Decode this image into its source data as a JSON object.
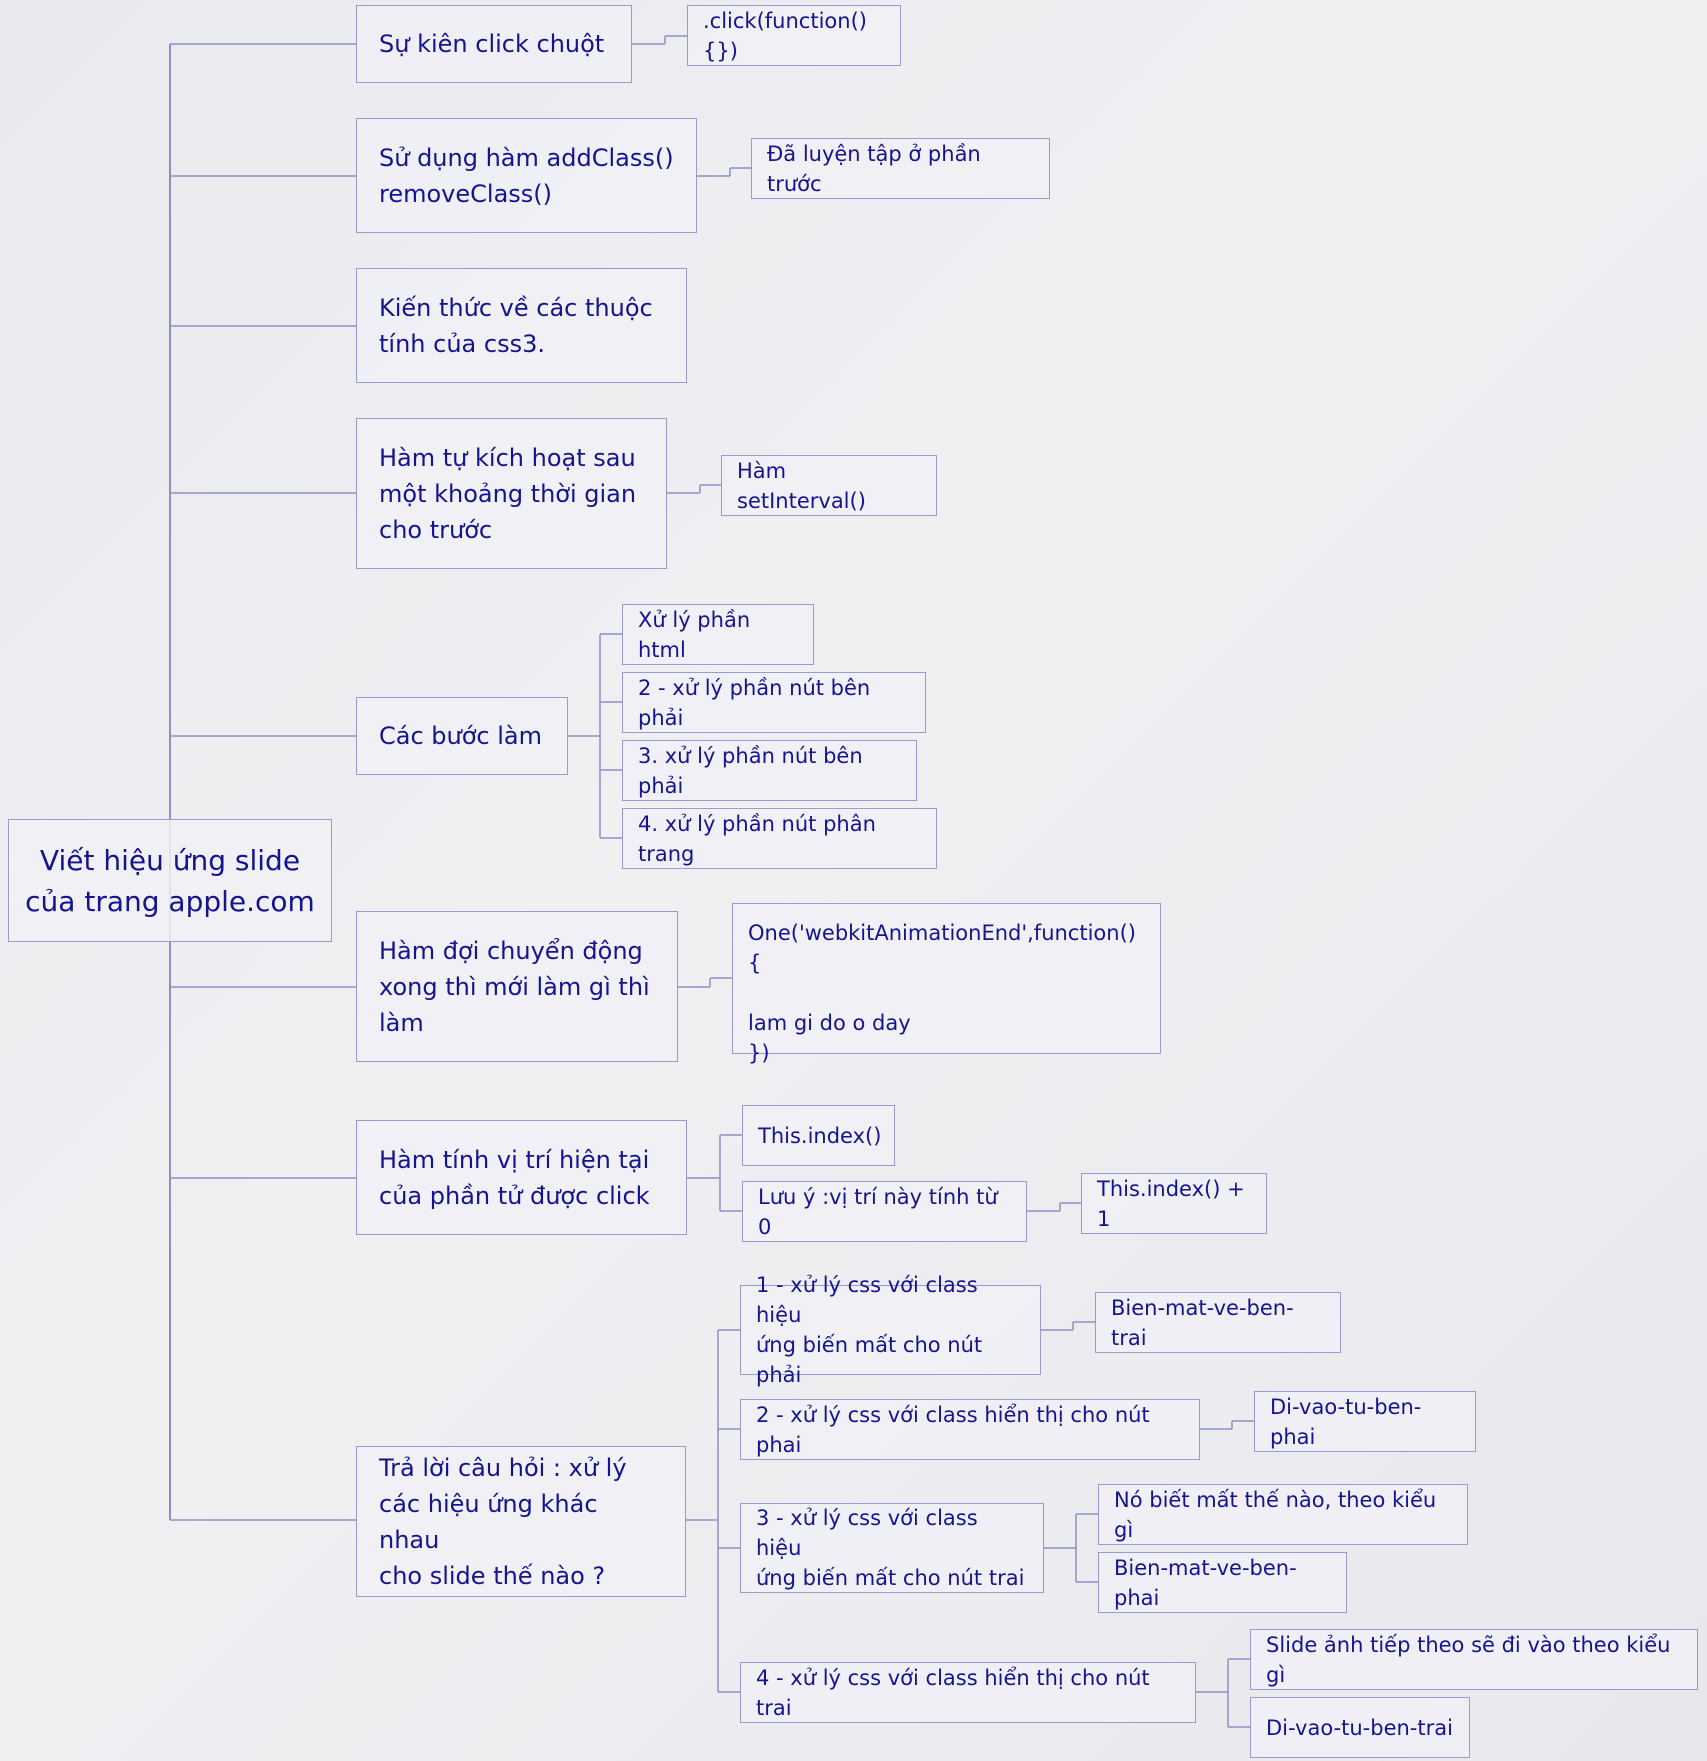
{
  "root": "Viết hiệu ứng slide\ncủa trang apple.com",
  "branches": [
    {
      "label": "Sự kiên click chuột",
      "children": [
        {
          "label": ".click(function(){})"
        }
      ]
    },
    {
      "label": "Sử dụng hàm addClass()\nremoveClass()",
      "children": [
        {
          "label": "Đã luyện tập ở phần trước"
        }
      ]
    },
    {
      "label": "Kiến thức về các thuộc\ntính của css3.",
      "children": []
    },
    {
      "label": "Hàm tự kích hoạt sau\nmột khoảng thời gian\ncho trước",
      "children": [
        {
          "label": "Hàm setInterval()"
        }
      ]
    },
    {
      "label": "Các bước làm",
      "children": [
        {
          "label": "Xử lý phần html"
        },
        {
          "label": "2 - xử lý phần nút bên phải"
        },
        {
          "label": "3. xử lý phần nút bên phải"
        },
        {
          "label": "4. xử lý phần nút phân trang"
        }
      ]
    },
    {
      "label": "Hàm đợi chuyển động\nxong thì mới làm gì thì\nlàm",
      "children": [
        {
          "label": "One('webkitAnimationEnd',function(){\n\nlam gi do o day\n})"
        }
      ]
    },
    {
      "label": "Hàm tính vị trí hiện tại\ncủa phần tử được click",
      "children": [
        {
          "label": "This.index()"
        },
        {
          "label": "Lưu ý :vị trí này tính từ 0",
          "children": [
            {
              "label": "This.index() + 1"
            }
          ]
        }
      ]
    },
    {
      "label": "Trả lời câu hỏi : xử lý\ncác hiệu ứng khác nhau\ncho slide thế nào ?",
      "children": [
        {
          "label": "1 - xử lý css với class hiệu\nứng biến mất cho nút phải",
          "children": [
            {
              "label": "Bien-mat-ve-ben-trai"
            }
          ]
        },
        {
          "label": "2 - xử lý css với class hiển thị cho nút phai",
          "children": [
            {
              "label": "Di-vao-tu-ben-phai"
            }
          ]
        },
        {
          "label": "3 - xử lý css với class hiệu\nứng biến mất cho nút trai",
          "children": [
            {
              "label": "Nó biết mất thế nào, theo kiểu gì"
            },
            {
              "label": "Bien-mat-ve-ben-phai"
            }
          ]
        },
        {
          "label": "4 - xử lý css với class hiển thị cho nút trai",
          "children": [
            {
              "label": "Slide ảnh tiếp theo sẽ đi vào theo kiểu gì"
            },
            {
              "label": "Di-vao-tu-ben-trai"
            }
          ]
        }
      ]
    }
  ],
  "colors": {
    "line": "#8f8fc6",
    "text": "#141490",
    "border": "#9a9ad0"
  }
}
